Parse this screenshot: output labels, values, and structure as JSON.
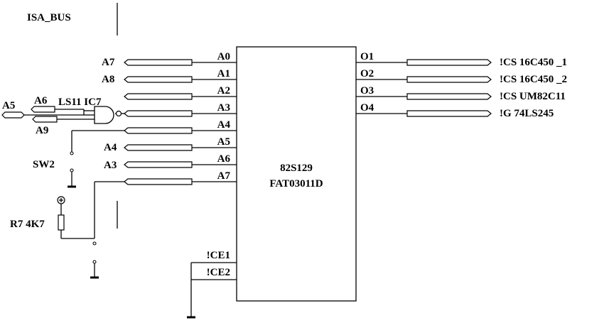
{
  "title": "ISA_BUS",
  "chip": {
    "part": "82S129",
    "ref": "FAT03011D"
  },
  "chip_pins_left": [
    "A0",
    "A1",
    "A2",
    "A3",
    "A4",
    "A5",
    "A6",
    "A7"
  ],
  "chip_pins_out": [
    "O1",
    "O2",
    "O3",
    "O4"
  ],
  "chip_pins_ce": [
    "!CE1",
    "!CE2"
  ],
  "inputs": {
    "a7": "A7",
    "a8": "A8",
    "a6": "A6",
    "a9": "A9",
    "a5": "A5",
    "a4": "A4",
    "a3": "A3"
  },
  "gate_label": "LS11 IC7",
  "switch_label": "SW2",
  "resistor_label": "R7 4K7",
  "outputs": [
    "!CS 16C450 _1",
    "!CS 16C450 _2",
    "!CS UM82C11",
    "!G 74LS245"
  ]
}
